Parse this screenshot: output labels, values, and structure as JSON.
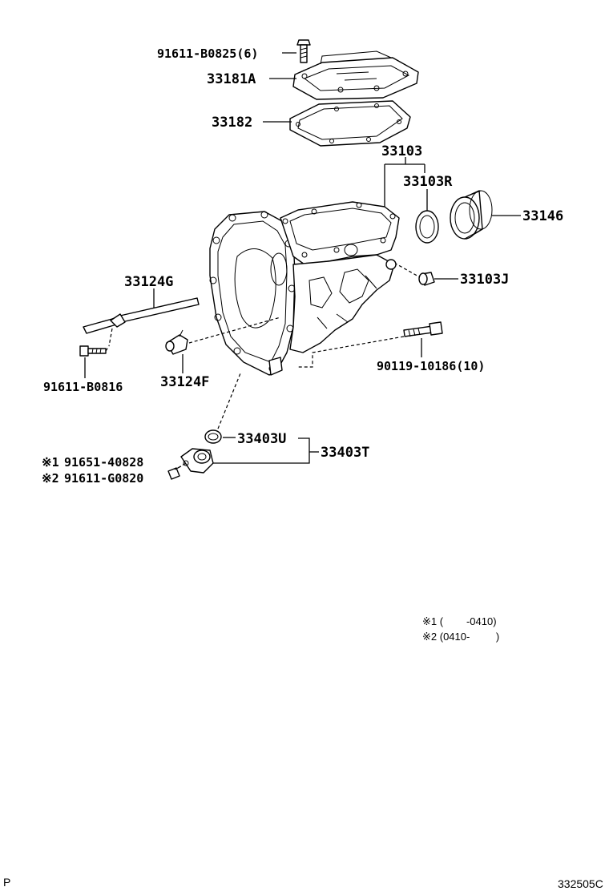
{
  "diagram": {
    "labels": {
      "bolt_top": "91611-B0825(6)",
      "cover": "33181A",
      "gasket": "33182",
      "case_assy": "33103",
      "seal_r": "33103R",
      "sleeve": "33146",
      "plug_j": "33103J",
      "gauge_g": "33124G",
      "bolt_gauge": "91611-B0816",
      "guide_f": "33124F",
      "bolt_case": "90119-10186(10)",
      "oring_u": "33403U",
      "sub_assy_t": "33403T",
      "bolt_n1": "91651-40828",
      "bolt_n2": "91611-G0820"
    },
    "markers": {
      "m1": "※1",
      "m2": "※2"
    },
    "notes": {
      "n1": "※1 (        -0410)",
      "n2": "※2 (0410-         )"
    },
    "corner_left": "P",
    "corner_right": "332505C"
  }
}
